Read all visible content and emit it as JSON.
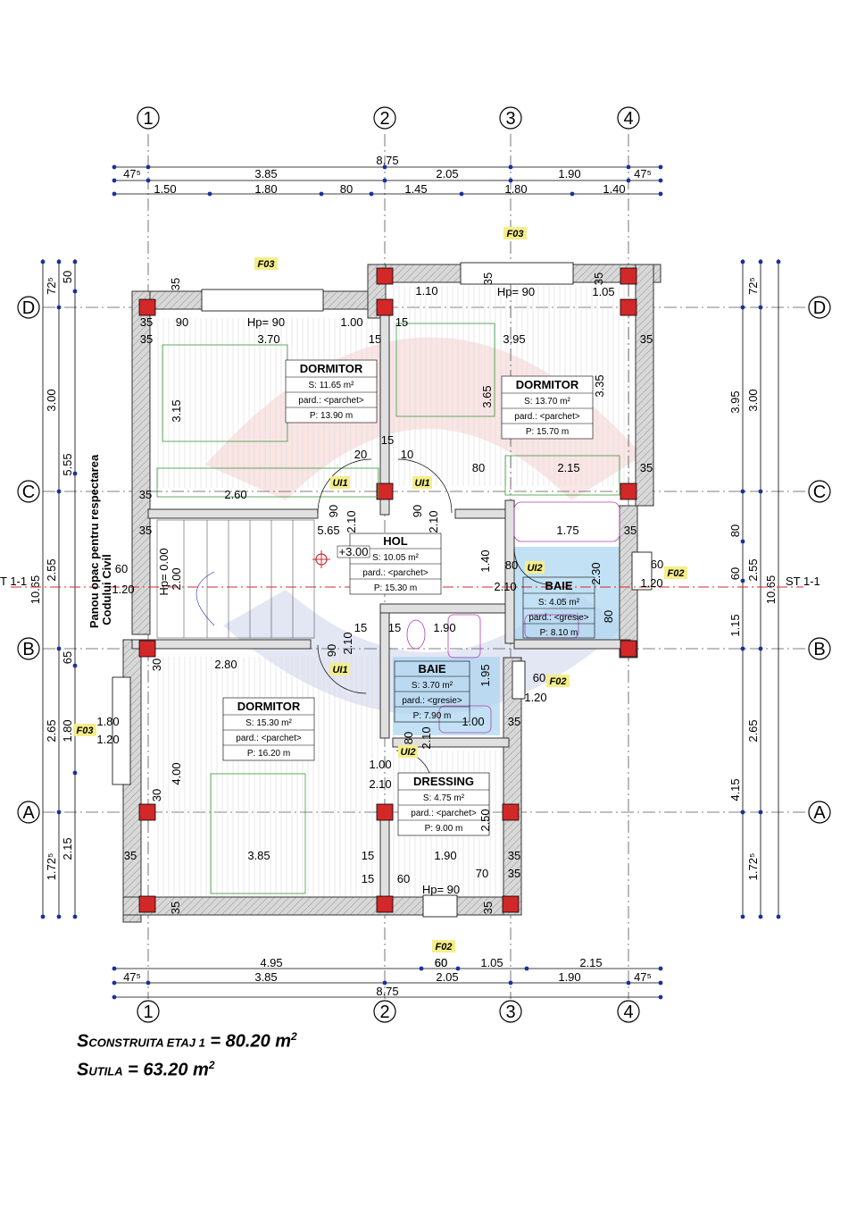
{
  "axes": {
    "columns": [
      "1",
      "2",
      "3",
      "4"
    ],
    "rows": [
      "D",
      "C",
      "B",
      "A"
    ]
  },
  "dims_top": {
    "total": "8.75",
    "row1": [
      "47⁵",
      "3.85",
      "2.05",
      "1.90",
      "47⁵"
    ],
    "row2": [
      "1.50",
      "1.80",
      "80",
      "1.45",
      "1.80",
      "1.40"
    ]
  },
  "dims_bottom": {
    "row1": [
      "4.95",
      "60",
      "1.05",
      "2.15"
    ],
    "row2": [
      "47⁵",
      "3.85",
      "2.05",
      "1.90",
      "47⁵"
    ],
    "total": "8.75"
  },
  "dims_left": {
    "total": "10.65",
    "mid": [
      "5.55",
      "2.55",
      "65",
      "2.65",
      "2.15"
    ],
    "inner": [
      "72⁵",
      "50",
      "3.00",
      "1.80",
      "1.72⁵"
    ]
  },
  "dims_right": {
    "total": "10.65",
    "mid": [
      "3.95",
      "80",
      "60",
      "1.15",
      "2.65",
      "4.15"
    ],
    "inner": [
      "72⁵",
      "3.00",
      "2.55",
      "1.72⁵"
    ]
  },
  "section_marks": {
    "left": "T 1-1",
    "right": "ST 1-1"
  },
  "side_note": {
    "line1": "Panou opac pentru respectarea",
    "line2": "Codului Civil"
  },
  "rooms": [
    {
      "name": "DORMITOR",
      "area": "S: 11.65 m²",
      "floor": "pard.: <parchet>",
      "perim": "P: 13.90 m"
    },
    {
      "name": "DORMITOR",
      "area": "S: 13.70 m²",
      "floor": "pard.: <parchet>",
      "perim": "P: 15.70 m"
    },
    {
      "name": "HOL",
      "area": "S: 10.05 m²",
      "floor": "pard.: <parchet>",
      "perim": "P: 15.30 m"
    },
    {
      "name": "BAIE",
      "area": "S: 4.05 m²",
      "floor": "pard.: <gresie>",
      "perim": "P: 8.10 m"
    },
    {
      "name": "BAIE",
      "area": "S: 3.70 m²",
      "floor": "pard.: <gresie>",
      "perim": "P: 7.90 m"
    },
    {
      "name": "DORMITOR",
      "area": "S: 15.30 m²",
      "floor": "pard.: <parchet>",
      "perim": "P: 16.20 m"
    },
    {
      "name": "DRESSING",
      "area": "S: 4.75 m²",
      "floor": "pard.: <parchet>",
      "perim": "P: 9.00 m"
    }
  ],
  "tags": {
    "F03": "F03",
    "F02": "F02",
    "UI1": "UI1",
    "UI2": "UI2"
  },
  "level": "+3.00",
  "interior_dims": {
    "hp90": "Hp= 90",
    "d_3_70": "3.70",
    "d_3_95": "3.95",
    "d_3_15": "3.15",
    "d_3_65": "3.65",
    "d_3_35": "3.35",
    "d_2_60": "2.60",
    "d_2_15": "2.15",
    "d_5_65": "5.65",
    "d_2_80": "2.80",
    "d_4_00": "4.00",
    "d_3_85": "3.85",
    "d_1_90": "1.90",
    "d_1_10": "1.10",
    "d_1_05": "1.05",
    "d_1_00": "1.00",
    "d_1_75": "1.75",
    "d_2_10": "2.10",
    "d_80": "80",
    "d_35": "35",
    "d_15": "15",
    "d_60": "60",
    "d_90": "90",
    "d_1_20": "1.20",
    "d_1_80": "1.80",
    "d_1_40": "1.40",
    "d_2_30": "2.30",
    "d_2_00": "2.00",
    "d_1_95": "1.95",
    "d_2_50": "2.50",
    "d_30": "30",
    "d_70": "70",
    "d_20": "20",
    "d_10": "10",
    "d_hp000": "Hp= 0.00"
  },
  "summary": {
    "s1_prefix": "S",
    "s1_sub": "CONSTRUITA ETAJ 1",
    "s1_value": " = 80.20 m",
    "s2_prefix": "S",
    "s2_sub": "UTILA",
    "s2_value": " = 63.20 m",
    "sup": "2"
  },
  "colors": {
    "wall": "#c8c8c8",
    "column": "#d22828",
    "dims": "#1a2fa0",
    "wet_room": "#a9d4f0",
    "tag_bg": "#f4ee8a",
    "section_line": "#d22828"
  }
}
